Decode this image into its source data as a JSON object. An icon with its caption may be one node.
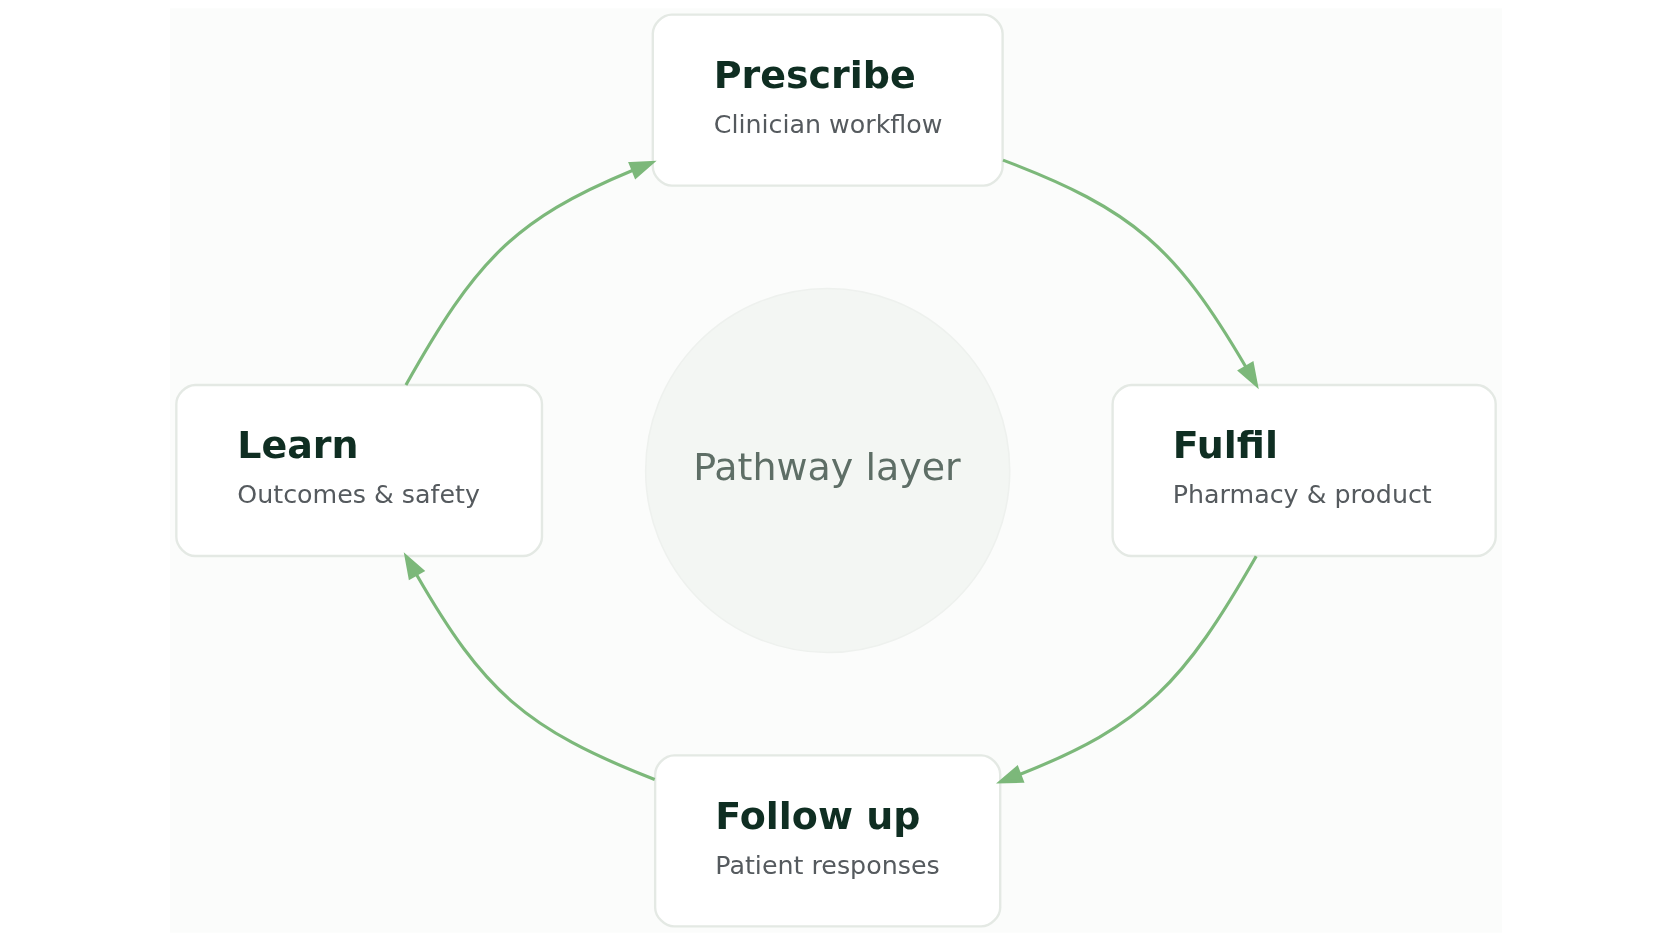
{
  "diagram": {
    "nodes": [
      {
        "text": [
          "Prescribe",
          "Clinician workflow"
        ]
      },
      {
        "text": [
          "Learn",
          "Outcomes & safety"
        ]
      },
      {
        "text": [
          "Pathway layer"
        ]
      },
      {
        "text": [
          "Fulfil",
          "Pharmacy & product"
        ]
      },
      {
        "text": [
          "Follow up",
          "Patient responses"
        ]
      }
    ],
    "edges": [
      {
        "from": 0,
        "to": 3,
        "arrow": "to"
      },
      {
        "from": 3,
        "to": 4,
        "arrow": "to"
      },
      {
        "from": 4,
        "to": 1,
        "arrow": "to"
      },
      {
        "from": 1,
        "to": 0,
        "arrow": "to"
      }
    ]
  }
}
